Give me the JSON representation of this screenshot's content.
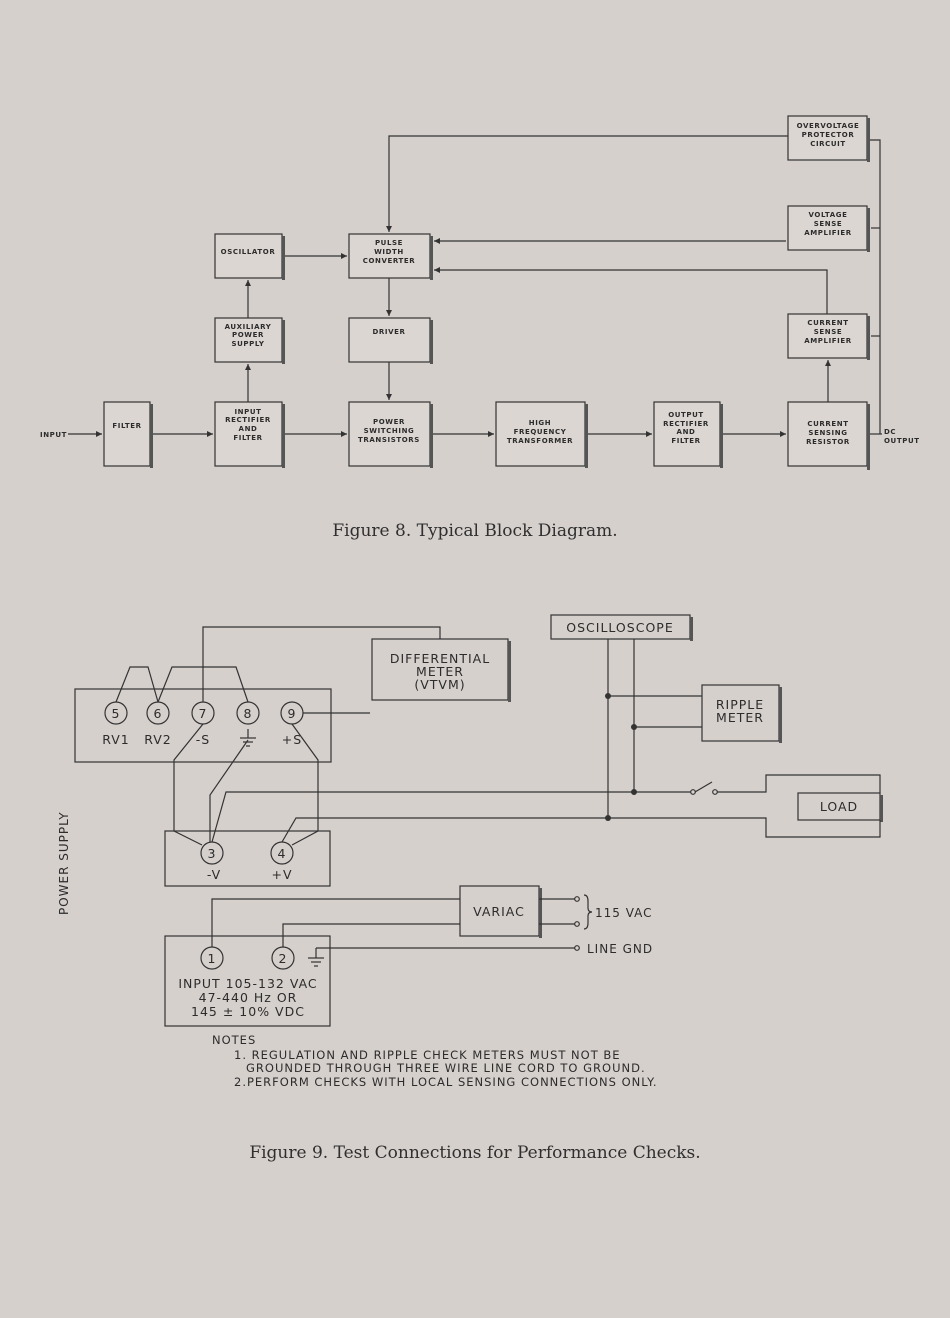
{
  "figure8": {
    "caption": "Figure 8. Typical Block Diagram.",
    "input_label": "INPUT",
    "output_label": [
      "DC",
      "OUTPUT"
    ],
    "blocks": {
      "filter": [
        "FILTER"
      ],
      "input_rectifier": [
        "INPUT",
        "RECTIFIER",
        "AND",
        "FILTER"
      ],
      "auxiliary_power_supply": [
        "AUXILIARY",
        "POWER",
        "SUPPLY"
      ],
      "oscillator": [
        "OSCILLATOR"
      ],
      "pulse_width_converter": [
        "PULSE",
        "WIDTH",
        "CONVERTER"
      ],
      "driver": [
        "DRIVER"
      ],
      "power_switching_transistors": [
        "POWER",
        "SWITCHING",
        "TRANSISTORS"
      ],
      "high_frequency_transformer": [
        "HIGH",
        "FREQUENCY",
        "TRANSFORMER"
      ],
      "output_rectifier": [
        "OUTPUT",
        "RECTIFIER",
        "AND",
        "FILTER"
      ],
      "current_sensing_resistor": [
        "CURRENT",
        "SENSING",
        "RESISTOR"
      ],
      "current_sense_amplifier": [
        "CURRENT",
        "SENSE",
        "AMPLIFIER"
      ],
      "voltage_sense_amplifier": [
        "VOLTAGE",
        "SENSE",
        "AMPLIFIER"
      ],
      "overvoltage_protector": [
        "OVERVOLTAGE",
        "PROTECTOR",
        "CIRCUIT"
      ]
    }
  },
  "figure9": {
    "caption": "Figure 9. Test Connections for Performance Checks.",
    "side_label": "POWER SUPPLY",
    "oscilloscope": "OSCILLOSCOPE",
    "differential_meter": [
      "DIFFERENTIAL",
      "METER",
      "(VTVM)"
    ],
    "ripple_meter": [
      "RIPPLE",
      "METER"
    ],
    "load": "LOAD",
    "variac": "VARIAC",
    "vac_label": "115 VAC",
    "line_gnd": "LINE GND",
    "terminals_top": [
      "5",
      "6",
      "7",
      "8",
      "9"
    ],
    "terminal_labels_top": [
      "RV1",
      "RV2",
      "-S",
      "",
      "+S"
    ],
    "terminals_mid": [
      "3",
      "4"
    ],
    "terminal_labels_mid": [
      "-V",
      "+V"
    ],
    "terminals_bottom": [
      "1",
      "2"
    ],
    "input_spec": [
      "INPUT 105-132 VAC",
      "47-440 Hz OR",
      "145 ± 10% VDC"
    ],
    "notes_title": "NOTES",
    "notes": [
      "1. REGULATION AND RIPPLE CHECK METERS MUST NOT BE",
      "GROUNDED THROUGH THREE WIRE LINE CORD TO GROUND.",
      "2.PERFORM CHECKS WITH LOCAL SENSING CONNECTIONS ONLY."
    ]
  }
}
